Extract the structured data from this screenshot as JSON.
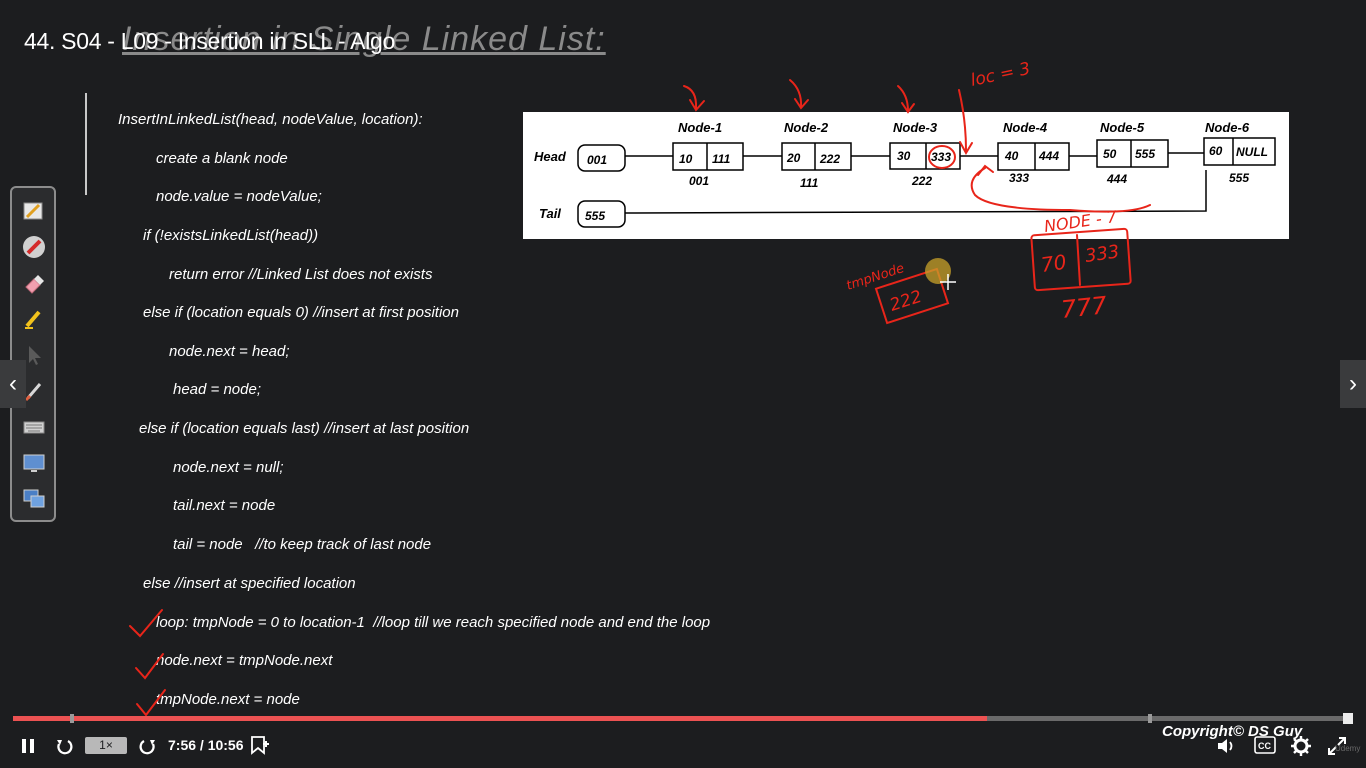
{
  "slide": {
    "heading": "Insertion in Single Linked List:",
    "video_title": "44. S04 - L09 - Insertion in SLL - Algo"
  },
  "pseudocode": [
    "InsertInLinkedList(head, nodeValue, location):",
    "create a blank node",
    "node.value = nodeValue;",
    "if (!existsLinkedList(head))",
    "return error //Linked List does not exists",
    "else if (location equals 0) //insert at first position",
    "node.next = head;",
    "head = node;",
    "else if (location equals last) //insert at last position",
    "node.next = null;",
    "tail.next = node",
    "tail = node   //to keep track of last node",
    "else //insert at specified location",
    "loop: tmpNode = 0 to location-1  //loop till we reach specified node and end the loop",
    "node.next = tmpNode.next",
    "tmpNode.next = node"
  ],
  "diagram": {
    "head_label": "Head",
    "head_value": "001",
    "tail_label": "Tail",
    "tail_value": "555",
    "nodes": [
      {
        "name": "Node-1",
        "value": "10",
        "next": "111",
        "address": "001"
      },
      {
        "name": "Node-2",
        "value": "20",
        "next": "222",
        "address": "111"
      },
      {
        "name": "Node-3",
        "value": "30",
        "next": "333",
        "address": "222"
      },
      {
        "name": "Node-4",
        "value": "40",
        "next": "444",
        "address": "333"
      },
      {
        "name": "Node-5",
        "value": "50",
        "next": "555",
        "address": "444"
      },
      {
        "name": "Node-6",
        "value": "60",
        "next": "NULL",
        "address": "555"
      }
    ]
  },
  "annotations": {
    "loc_note": "loc = 3",
    "new_node_label": "NODE - 7",
    "new_node_value": "70",
    "new_node_next": "333",
    "new_node_address": "777",
    "tmp_node_label": "tmpNode",
    "tmp_node_value": "222",
    "color": "#e8251a"
  },
  "toolbar": {
    "tools": [
      "pen-icon",
      "marker-icon",
      "eraser-icon",
      "highlighter-icon",
      "pointer-icon",
      "brush-icon",
      "keyboard-icon",
      "screen-icon",
      "monitor-icon"
    ]
  },
  "player": {
    "speed": "1×",
    "current_time": "7:56",
    "duration": "10:56",
    "time_display": "7:56 / 10:56",
    "progress": 0.727,
    "copyright": "Copyright© DS Guy",
    "watermark": "Udemy",
    "accent_color": "#ec5252"
  }
}
